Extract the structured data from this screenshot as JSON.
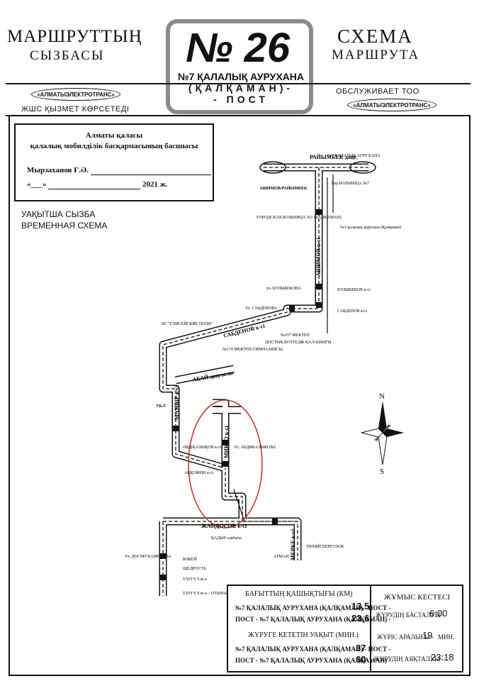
{
  "header": {
    "left_line1": "МАРШРУТТЫҢ",
    "left_line2": "СЫЗБАСЫ",
    "right_line1": "СХЕМА",
    "right_line2": "МАРШРУТА",
    "route_number": "№ 26",
    "route_dest_line1": "№7 ҚАЛАЛЫҚ АУРУХАНА",
    "route_dest_line2": "(ҚАЛҚАМАН)-",
    "route_dest_line3": "- ПОСТ",
    "operator_oval": "«АЛМАТЫЭЛЕКТРОТРАНС»",
    "operator_left": "ЖШС ҚЫЗМЕТ КӨРСЕТЕДІ",
    "operator_right": "ОБСЛУЖИВАЕТ ТОО"
  },
  "approval": {
    "line1": "Алматы қаласы",
    "line2": "қалалық мобилділік басқармасының басшысы",
    "name": "Мырзаханов Ғ.Ә.",
    "date_prefix": "«___»",
    "date_suffix": "2021 ж."
  },
  "temporary": {
    "line1": "УАҚЫТША СЫЗБА",
    "line2": "ВРЕМЕННАЯ СХЕМА"
  },
  "map": {
    "streets": {
      "raiymbek": "РАЙЫМБЕК даңғ.",
      "ashimov": "АШИМОВ к-сі",
      "sabdenov": "САБДЕНОВ к-сі",
      "abai": "АБАЙ даңғылы",
      "zhandosov": "ЖАНДОСОВ к-сі",
      "mamyr": "МАМЫР к-сі",
      "merkesi": "МЕРКЕ к-сі",
      "mikro": "МИКРО к-сі"
    },
    "stops": {
      "hosp7_top": "№7 ҚАЛАЛЫҚ АУРУХАНА",
      "hosp7_right": "Гор.БОЛЬНИЦА №7",
      "ashimov_raiymbek": "АШИМОВ/РАЙЫМБЕК",
      "gor_bol": "ГОРОДСКАЯ БОЛЬНИЦА №1 (КАЛКАМАН)",
      "hosp1_right": "№1 қалалық аурухана (Қалқаман)",
      "kulybekova_l": "ул. КУЛЫБЕКОВА",
      "kulybekov_r": "КУЛЫБЕКОВ к-сі",
      "sabdenova_l": "Ул. САБДЕНОВА",
      "sabdenov_r": "САБДЕНОВ к-сі",
      "elysee": "КГ \"ЕЛИСЕЙСКИЕ ПОЛЯ\"",
      "school157": "№157 МЕКТЕП",
      "dostyk": "ДОСТЫҚ КОТТЕДЖ ҚАЛАШЫҒЫ",
      "school174": "№174 МЕКТЕП-ГИМНАЗИЯСЫ",
      "ukl": "УКЛ",
      "abdikalykova_r": "Ул. АБДИКАЛЫКОВА",
      "abdikalykov_l": "ӘБДІҚАЛЫҚОВ к-сі",
      "akkozha": "АҚҚОЖИН к-сі",
      "kadyr": "ҚАДЫР саябағы",
      "tikhiy": "ТИХИЙ ПЕРЕУЛОК",
      "dosmuhamedov": "Ул. ДОСМУХАМЕДОВА",
      "arman": "АРМАН",
      "bokor": "БӨКЕЙ",
      "shcedros": "ЩЕДРОСТЬ",
      "taugul": "ТАУГҮЛ м-а.",
      "otyrar": "ТАУГҮЛ м-а. - ОТЫРАР"
    },
    "compass": {
      "north": "N",
      "south": "S"
    }
  },
  "info": {
    "distance_title": "БАҒЫТТЫҢ ҚАШЫҚТЫҒЫ (КМ)",
    "dist_row1_label": "№7 ҚАЛАЛЫҚ АУРУХАНА (ҚАЛҚАМАН) - ПОСТ -",
    "dist_row1_value": "13,5",
    "dist_row2_label": "ПОСТ - №7 ҚАЛАЛЫҚ АУРУХАНА (ҚАЛҚАМАН) -",
    "dist_row2_value": "23,6",
    "time_title": "ЖҮРУГЕ КЕТЕТІН УАҚЫТ (МИН.)",
    "time_row1_label": "№7 ҚАЛАЛЫҚ АУРУХАНА (ҚАЛҚАМАН) - ПОСТ -",
    "time_row1_value": "37",
    "time_row2_label": "ПОСТ - №7 ҚАЛАЛЫҚ АУРУХАНА (ҚАЛҚАМАН) -",
    "time_row2_value": "60",
    "schedule_title": "ЖҰМЫС КЕСТЕСІ",
    "start_label": "ЖҮРУДІҢ БАСТАЛУЫ -",
    "start_value": "6:00",
    "interval_label": "ЖҮРІС АРАЛЫҒЫ -",
    "interval_value": "19",
    "interval_unit": "МИН.",
    "end_label": "ЖҮРУДІҢ АЯҚТАЛУЫ -",
    "end_value": "23:18"
  }
}
